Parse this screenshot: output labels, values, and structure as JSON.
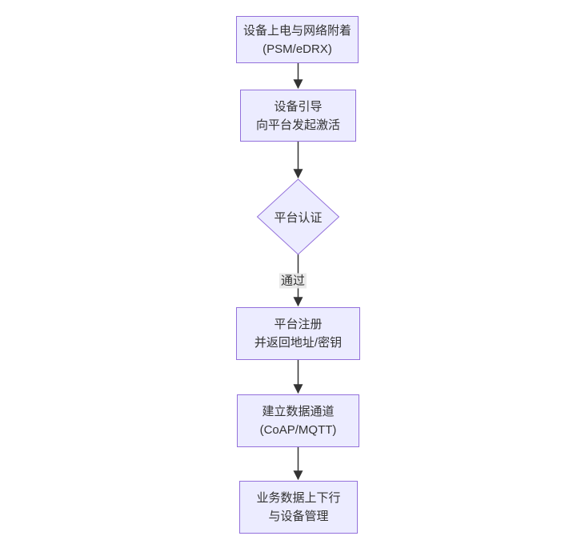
{
  "diagram": {
    "type": "flowchart",
    "direction": "top-down",
    "theme": {
      "node_fill": "#ECECFF",
      "node_border": "#9370DB",
      "text_color": "#333333",
      "line_color": "#333333",
      "edge_label_bg": "#e8e8e8"
    },
    "nodes": [
      {
        "id": "power-on",
        "shape": "rect",
        "lines": [
          "设备上电与网络附着",
          "(PSM/eDRX)"
        ]
      },
      {
        "id": "bootstrap",
        "shape": "rect",
        "lines": [
          "设备引导",
          "向平台发起激活"
        ]
      },
      {
        "id": "platform-auth",
        "shape": "diamond",
        "lines": [
          "平台认证"
        ]
      },
      {
        "id": "platform-register",
        "shape": "rect",
        "lines": [
          "平台注册",
          "并返回地址/密钥"
        ]
      },
      {
        "id": "data-channel",
        "shape": "rect",
        "lines": [
          "建立数据通道",
          "(CoAP/MQTT)"
        ]
      },
      {
        "id": "business-data",
        "shape": "rect",
        "lines": [
          "业务数据上下行",
          "与设备管理"
        ]
      }
    ],
    "edges": [
      {
        "from": "power-on",
        "to": "bootstrap",
        "label": ""
      },
      {
        "from": "bootstrap",
        "to": "platform-auth",
        "label": ""
      },
      {
        "from": "platform-auth",
        "to": "platform-register",
        "label": "通过"
      },
      {
        "from": "platform-register",
        "to": "data-channel",
        "label": ""
      },
      {
        "from": "data-channel",
        "to": "business-data",
        "label": ""
      }
    ]
  }
}
